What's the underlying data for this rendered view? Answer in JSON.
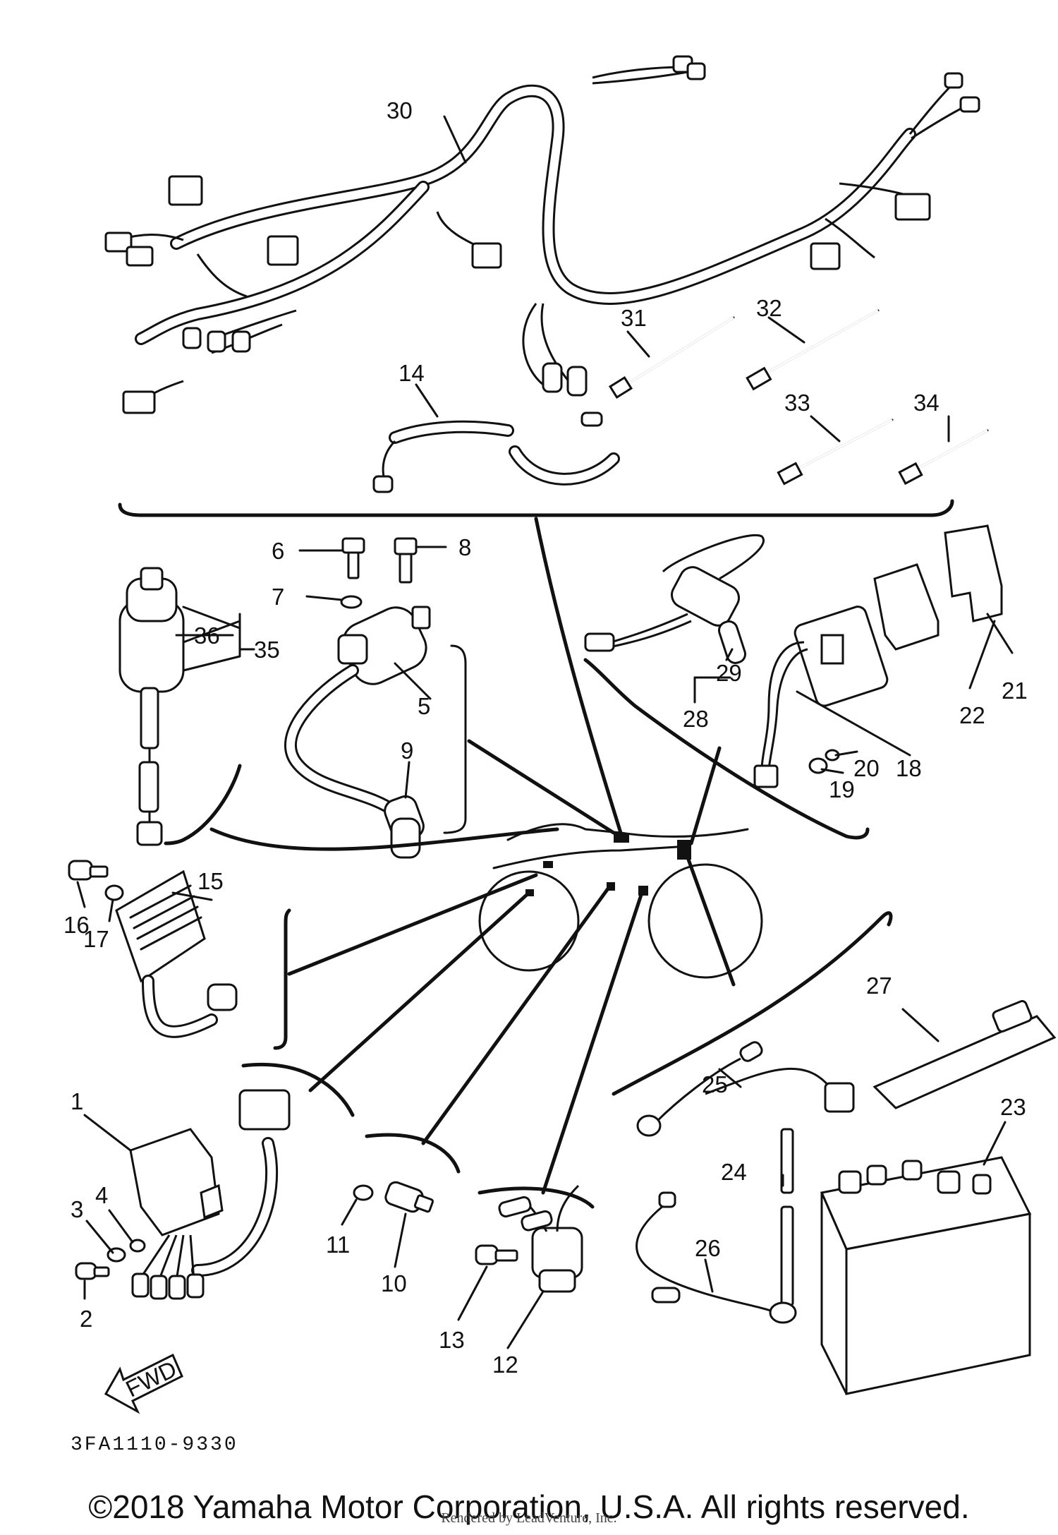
{
  "diagram": {
    "part_code": "3FA1110-9330",
    "fwd_label": "FWD",
    "copyright": "©2018 Yamaha Motor Corporation, U.S.A. All rights reserved.",
    "rendered_by": "Rendered by LeadVenture, Inc.",
    "callouts": {
      "n1": "1",
      "n2": "2",
      "n3": "3",
      "n4": "4",
      "n5": "5",
      "n6": "6",
      "n7": "7",
      "n8": "8",
      "n9": "9",
      "n10": "10",
      "n11": "11",
      "n12": "12",
      "n13": "13",
      "n14": "14",
      "n15": "15",
      "n16": "16",
      "n17": "17",
      "n18": "18",
      "n19": "19",
      "n20": "20",
      "n21": "21",
      "n22": "22",
      "n23": "23",
      "n24": "24",
      "n25": "25",
      "n26": "26",
      "n27": "27",
      "n28": "28",
      "n29": "29",
      "n30": "30",
      "n31": "31",
      "n32": "32",
      "n33": "33",
      "n34": "34",
      "n35": "35",
      "n36": "36"
    }
  }
}
